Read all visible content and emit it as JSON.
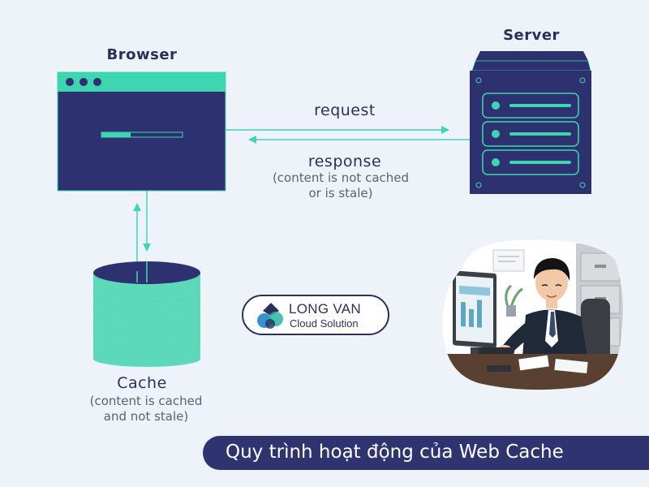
{
  "nodes": {
    "browser": {
      "label": "Browser"
    },
    "server": {
      "label": "Server"
    },
    "cache": {
      "label": "Cache",
      "note_line1": "(content is cached",
      "note_line2": "and not stale)"
    }
  },
  "edges": {
    "request": {
      "label": "request"
    },
    "response": {
      "label": "response",
      "note_line1": "(content is not cached",
      "note_line2": "or is stale)"
    }
  },
  "logo": {
    "line1": "LONG VAN",
    "line2": "Cloud Solution"
  },
  "banner": {
    "title": "Quy trình hoạt động của Web Cache"
  },
  "colors": {
    "navy": "#2c2f5e",
    "teal": "#3ed6b0",
    "background": "#eef3f9"
  }
}
